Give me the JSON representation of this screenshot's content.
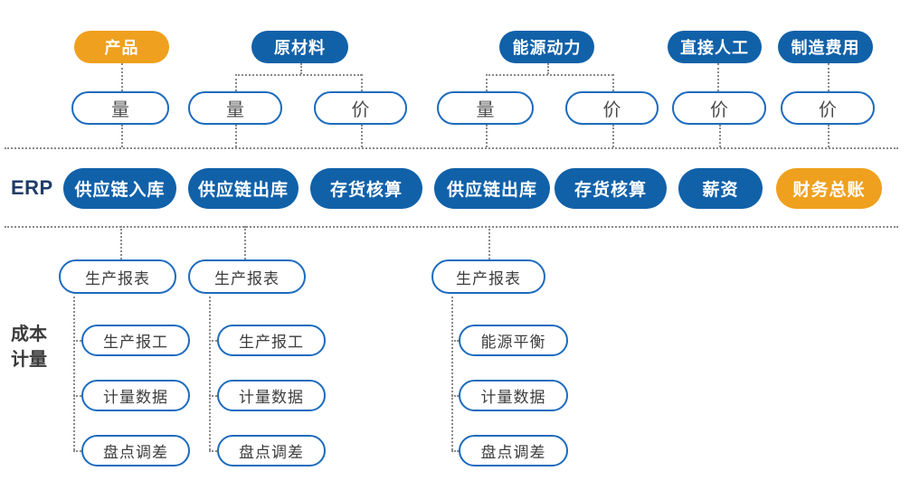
{
  "colors": {
    "orange": "#EFA01E",
    "blue": "#1161A9",
    "outline": "#1C6BBF",
    "navy": "#1F3C68",
    "connector": "#8A8A8A"
  },
  "top": {
    "categories": [
      {
        "label": "产品"
      },
      {
        "label": "原材料"
      },
      {
        "label": "能源动力"
      },
      {
        "label": "直接人工"
      },
      {
        "label": "制造费用"
      }
    ],
    "measures": [
      {
        "label": "量"
      },
      {
        "label": "量"
      },
      {
        "label": "价"
      },
      {
        "label": "量"
      },
      {
        "label": "价"
      },
      {
        "label": "价"
      },
      {
        "label": "价"
      }
    ]
  },
  "erp": {
    "row_label": "ERP",
    "pills": [
      {
        "label": "供应链入库"
      },
      {
        "label": "供应链出库"
      },
      {
        "label": "存货核算"
      },
      {
        "label": "供应链出库"
      },
      {
        "label": "存货核算"
      },
      {
        "label": "薪资"
      },
      {
        "label": "财务总账"
      }
    ]
  },
  "cost": {
    "row_label_line1": "成本",
    "row_label_line2": "计量",
    "columns": [
      {
        "header": "生产报表",
        "items": [
          "生产报工",
          "计量数据",
          "盘点调差"
        ]
      },
      {
        "header": "生产报表",
        "items": [
          "生产报工",
          "计量数据",
          "盘点调差"
        ]
      },
      {
        "header": "生产报表",
        "items": [
          "能源平衡",
          "计量数据",
          "盘点调差"
        ]
      }
    ]
  }
}
